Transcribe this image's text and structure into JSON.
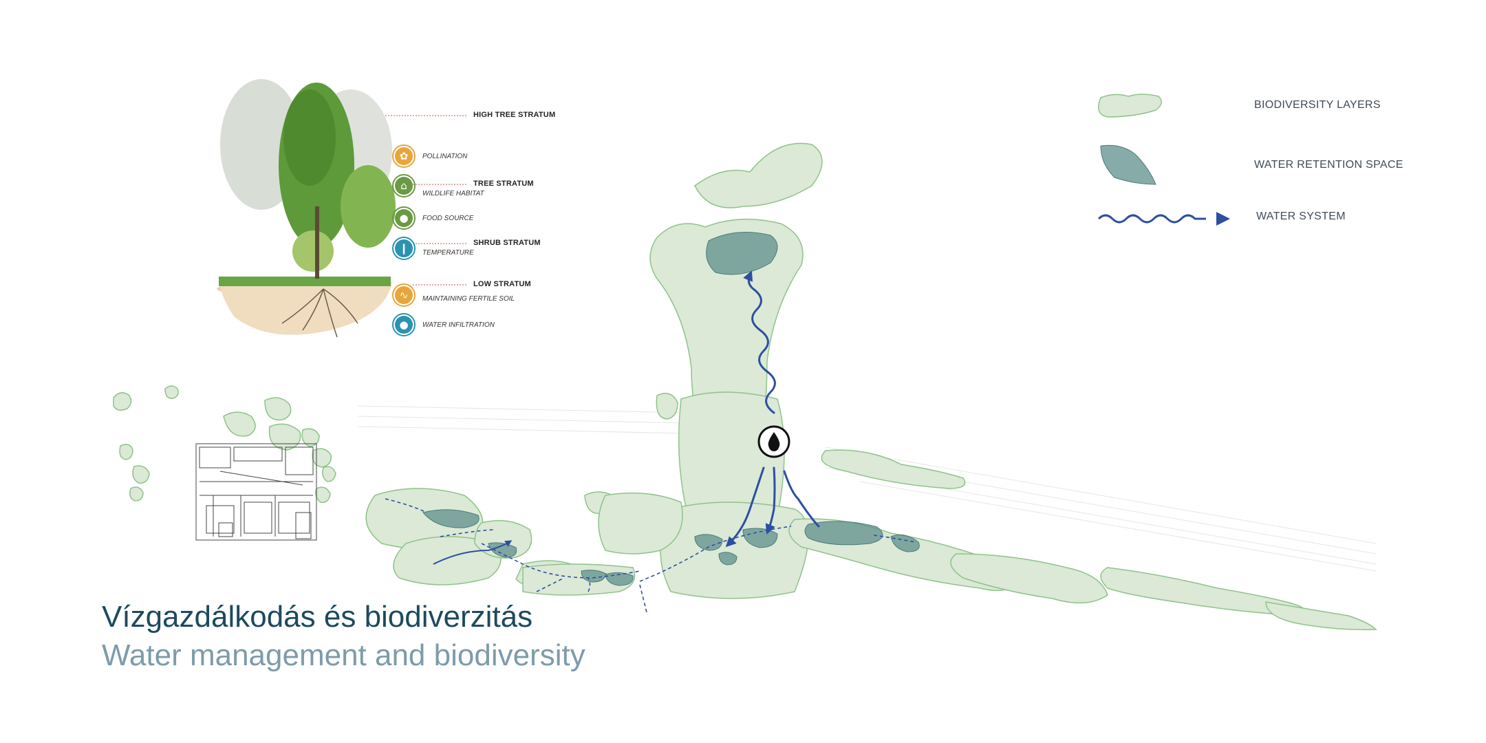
{
  "title": {
    "hu": "Vízgazdálkodás és biodiverzitás",
    "en": "Water management and biodiversity"
  },
  "strata": {
    "high_tree": "HIGH TREE STRATUM",
    "tree": "TREE STRATUM",
    "shrub": "SHRUB STRATUM",
    "low": "LOW STRATUM"
  },
  "functions": [
    {
      "label": "POLLINATION",
      "icon": "bee-icon",
      "color": "#e8a63a",
      "glyph": "✿"
    },
    {
      "label": "WILDLIFE HABITAT",
      "icon": "house-icon",
      "color": "#6a9a43",
      "glyph": "⌂"
    },
    {
      "label": "FOOD SOURCE",
      "icon": "apple-icon",
      "color": "#6a9a43",
      "glyph": "●"
    },
    {
      "label": "TEMPERATURE",
      "icon": "thermometer-icon",
      "color": "#2a93b0",
      "glyph": "🌡"
    },
    {
      "label": "MAINTAINING FERTILE SOIL",
      "icon": "worm-icon",
      "color": "#e8a63a",
      "glyph": "∿"
    },
    {
      "label": "WATER INFILTRATION",
      "icon": "water-drop-icon",
      "color": "#2a93b0",
      "glyph": "💧"
    }
  ],
  "legend": {
    "biodiversity": "BIODIVERSITY LAYERS",
    "retention": "WATER RETENTION SPACE",
    "water_system": "WATER SYSTEM"
  },
  "colors": {
    "vegetation_fill": "#dbe9d6",
    "vegetation_stroke": "#8fc28a",
    "retention": "#5f8f8c",
    "water_arrow": "#2c4fa0",
    "title_dark": "#1d4a5e",
    "title_light": "#7d9bab"
  }
}
